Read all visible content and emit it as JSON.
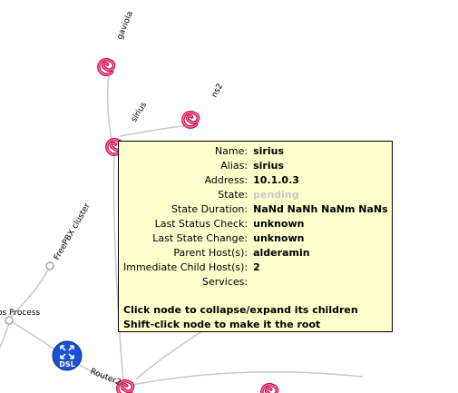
{
  "map": {
    "nodes": [
      {
        "id": "gaviola",
        "label": "gaviola",
        "icon": "debian-swirl-icon"
      },
      {
        "id": "ns2",
        "label": "ns2",
        "icon": "debian-swirl-icon"
      },
      {
        "id": "sirius",
        "label": "sirius",
        "icon": "debian-swirl-icon"
      },
      {
        "id": "freepbx",
        "label": "FreePBX cluster",
        "icon": "host-dot-icon"
      },
      {
        "id": "process",
        "label": "os Process",
        "icon": "host-dot-icon"
      },
      {
        "id": "dsl",
        "label": "DSL",
        "icon": "dsl-router-icon"
      },
      {
        "id": "router",
        "label": "Router2",
        "icon": "debian-swirl-icon"
      },
      {
        "id": "bottom-host",
        "label": "",
        "icon": "debian-swirl-icon"
      }
    ],
    "colors": {
      "debian": "#d70a53",
      "dsl": "#1a4fd6",
      "link": "#c8c8c8",
      "tooltip_bg": "#ffffcc"
    }
  },
  "tooltip": {
    "fields": [
      {
        "key": "Name:",
        "value": "sirius"
      },
      {
        "key": "Alias:",
        "value": "sirius"
      },
      {
        "key": "Address:",
        "value": "10.1.0.3"
      },
      {
        "key": "State:",
        "value": "pending"
      },
      {
        "key": "State Duration:",
        "value": "NaNd NaNh NaNm NaNs"
      },
      {
        "key": "Last Status Check:",
        "value": "unknown"
      },
      {
        "key": "Last State Change:",
        "value": "unknown"
      },
      {
        "key": "Parent Host(s):",
        "value": "alderamin"
      },
      {
        "key": "Immediate Child Host(s):",
        "value": "2"
      },
      {
        "key": "Services:",
        "value": ""
      }
    ],
    "hint_collapse": "Click node to collapse/expand its children",
    "hint_root": "Shift-click node to make it the root"
  }
}
